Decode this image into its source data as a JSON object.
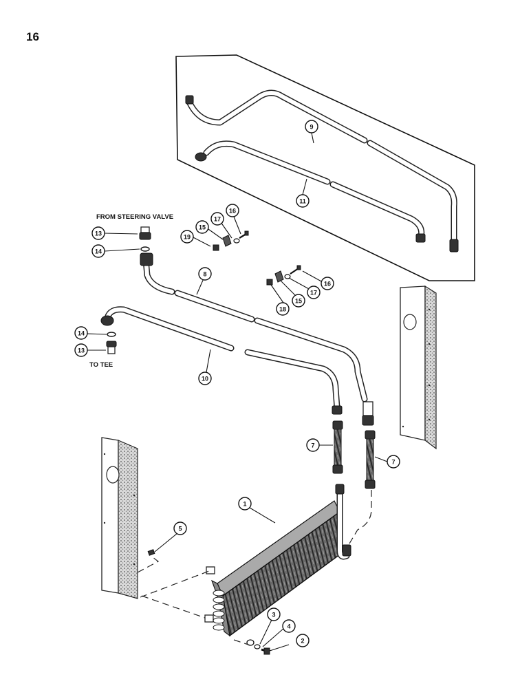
{
  "page_number": "16",
  "notes": {
    "from_steering_valve": "FROM STEERING VALVE",
    "to_tee": "TO TEE"
  },
  "callouts": {
    "c1": "1",
    "c2": "2",
    "c3": "3",
    "c4": "4",
    "c5": "5",
    "c7a": "7",
    "c7b": "7",
    "c8": "8",
    "c9": "9",
    "c10": "10",
    "c11": "11",
    "c13a": "13",
    "c13b": "13",
    "c14a": "14",
    "c14b": "14",
    "c15a": "15",
    "c15b": "15",
    "c16a": "16",
    "c16b": "16",
    "c17a": "17",
    "c17b": "17",
    "c18": "18",
    "c19": "19"
  }
}
